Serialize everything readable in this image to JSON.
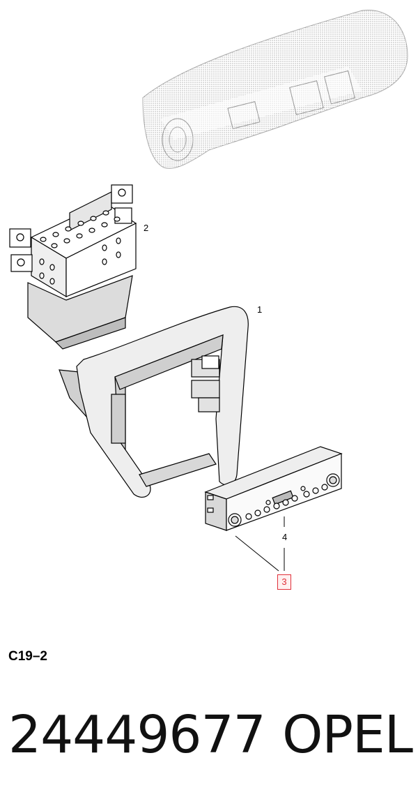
{
  "callouts": {
    "c1": "1",
    "c2": "2",
    "c3": "3",
    "c4": "4"
  },
  "figure_code": "C19–2",
  "part_number": "24449677",
  "brand": "OPEL",
  "colors": {
    "highlight": "#e0303a",
    "line": "#000000"
  }
}
